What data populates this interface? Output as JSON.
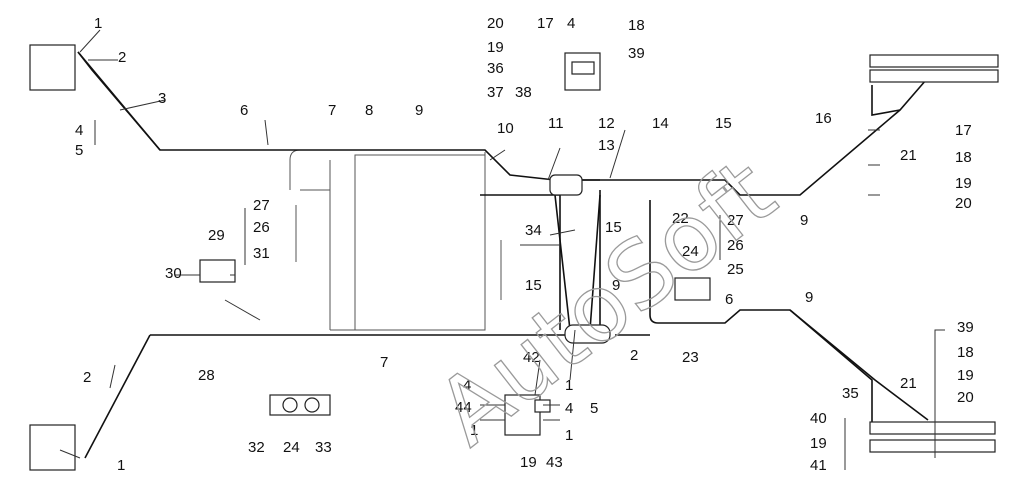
{
  "watermark": "AutoSoft",
  "callouts": [
    {
      "id": "c1a",
      "text": "1"
    },
    {
      "id": "c2a",
      "text": "2"
    },
    {
      "id": "c3",
      "text": "3"
    },
    {
      "id": "c4a",
      "text": "4"
    },
    {
      "id": "c5a",
      "text": "5"
    },
    {
      "id": "c6a",
      "text": "6"
    },
    {
      "id": "c7a",
      "text": "7"
    },
    {
      "id": "c8",
      "text": "8"
    },
    {
      "id": "c9a",
      "text": "9"
    },
    {
      "id": "c10",
      "text": "10"
    },
    {
      "id": "c11",
      "text": "11"
    },
    {
      "id": "c12",
      "text": "12"
    },
    {
      "id": "c13",
      "text": "13"
    },
    {
      "id": "c14",
      "text": "14"
    },
    {
      "id": "c15a",
      "text": "15"
    },
    {
      "id": "c16",
      "text": "16"
    },
    {
      "id": "c21a",
      "text": "21"
    },
    {
      "id": "c9b",
      "text": "9"
    },
    {
      "id": "c17r",
      "text": "17"
    },
    {
      "id": "c18r",
      "text": "18"
    },
    {
      "id": "c19r",
      "text": "19"
    },
    {
      "id": "c20r",
      "text": "20"
    },
    {
      "id": "c20t",
      "text": "20"
    },
    {
      "id": "c17t",
      "text": "17"
    },
    {
      "id": "c4t",
      "text": "4"
    },
    {
      "id": "c18t",
      "text": "18"
    },
    {
      "id": "c19t",
      "text": "19"
    },
    {
      "id": "c39t",
      "text": "39"
    },
    {
      "id": "c36",
      "text": "36"
    },
    {
      "id": "c37",
      "text": "37"
    },
    {
      "id": "c38",
      "text": "38"
    },
    {
      "id": "c27a",
      "text": "27"
    },
    {
      "id": "c26a",
      "text": "26"
    },
    {
      "id": "c29",
      "text": "29"
    },
    {
      "id": "c31",
      "text": "31"
    },
    {
      "id": "c30",
      "text": "30"
    },
    {
      "id": "c34",
      "text": "34"
    },
    {
      "id": "c15b",
      "text": "15"
    },
    {
      "id": "c15c",
      "text": "15"
    },
    {
      "id": "c22",
      "text": "22"
    },
    {
      "id": "c27b",
      "text": "27"
    },
    {
      "id": "c26b",
      "text": "26"
    },
    {
      "id": "c24b",
      "text": "24"
    },
    {
      "id": "c25",
      "text": "25"
    },
    {
      "id": "c9c",
      "text": "9"
    },
    {
      "id": "c6b",
      "text": "6"
    },
    {
      "id": "c9d",
      "text": "9"
    },
    {
      "id": "c2b",
      "text": "2"
    },
    {
      "id": "c28",
      "text": "28"
    },
    {
      "id": "c7b",
      "text": "7"
    },
    {
      "id": "c42",
      "text": "42"
    },
    {
      "id": "c2c",
      "text": "2"
    },
    {
      "id": "c23",
      "text": "23"
    },
    {
      "id": "c4b",
      "text": "4"
    },
    {
      "id": "c44",
      "text": "44"
    },
    {
      "id": "c1b",
      "text": "1"
    },
    {
      "id": "c1c",
      "text": "1"
    },
    {
      "id": "c4c",
      "text": "4"
    },
    {
      "id": "c5b",
      "text": "5"
    },
    {
      "id": "c1d",
      "text": "1"
    },
    {
      "id": "c19b",
      "text": "19"
    },
    {
      "id": "c43",
      "text": "43"
    },
    {
      "id": "c32",
      "text": "32"
    },
    {
      "id": "c24c",
      "text": "24"
    },
    {
      "id": "c33",
      "text": "33"
    },
    {
      "id": "c1e",
      "text": "1"
    },
    {
      "id": "c35",
      "text": "35"
    },
    {
      "id": "c21b",
      "text": "21"
    },
    {
      "id": "c39b",
      "text": "39"
    },
    {
      "id": "c18b",
      "text": "18"
    },
    {
      "id": "c19c",
      "text": "19"
    },
    {
      "id": "c20b",
      "text": "20"
    },
    {
      "id": "c40",
      "text": "40"
    },
    {
      "id": "c19d",
      "text": "19"
    },
    {
      "id": "c41",
      "text": "41"
    }
  ]
}
